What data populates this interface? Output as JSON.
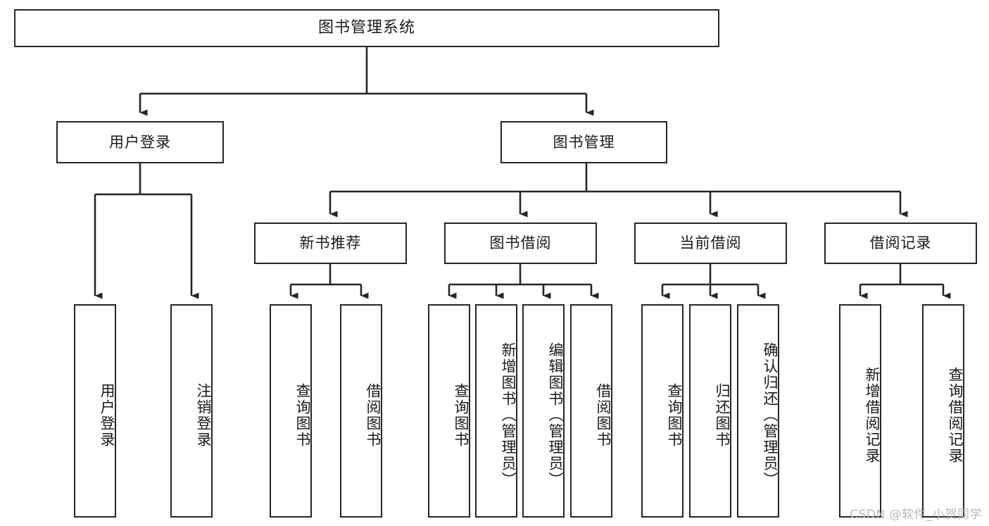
{
  "diagram": {
    "title": "图书管理系统",
    "type": "tree-hierarchy",
    "root": {
      "id": "root",
      "label": "图书管理系统",
      "orientation": "horizontal"
    },
    "level2": [
      {
        "id": "user-login",
        "label": "用户登录",
        "orientation": "horizontal"
      },
      {
        "id": "book-manage",
        "label": "图书管理",
        "orientation": "horizontal"
      }
    ],
    "level3": [
      {
        "id": "new-book-rec",
        "label": "新书推荐",
        "orientation": "horizontal"
      },
      {
        "id": "book-borrow",
        "label": "图书借阅",
        "orientation": "horizontal"
      },
      {
        "id": "current-borrow",
        "label": "当前借阅",
        "orientation": "horizontal"
      },
      {
        "id": "borrow-record",
        "label": "借阅记录",
        "orientation": "horizontal"
      }
    ],
    "leaves": [
      {
        "id": "leaf-user-login",
        "label": "用户登录",
        "parent": "user-login",
        "orientation": "vertical"
      },
      {
        "id": "leaf-logout",
        "label": "注销登录",
        "parent": "user-login",
        "orientation": "vertical"
      },
      {
        "id": "leaf-query-book-1",
        "label": "查询图书",
        "parent": "new-book-rec",
        "orientation": "vertical"
      },
      {
        "id": "leaf-borrow-book-1",
        "label": "借阅图书",
        "parent": "new-book-rec",
        "orientation": "vertical"
      },
      {
        "id": "leaf-query-book-2",
        "label": "查询图书",
        "parent": "book-borrow",
        "orientation": "vertical"
      },
      {
        "id": "leaf-add-book",
        "label": "新增图书（管理员）",
        "parent": "book-borrow",
        "orientation": "vertical"
      },
      {
        "id": "leaf-edit-book",
        "label": "编辑图书（管理员）",
        "parent": "book-borrow",
        "orientation": "vertical"
      },
      {
        "id": "leaf-borrow-book-2",
        "label": "借阅图书",
        "parent": "book-borrow",
        "orientation": "vertical"
      },
      {
        "id": "leaf-query-book-3",
        "label": "查询图书",
        "parent": "current-borrow",
        "orientation": "vertical"
      },
      {
        "id": "leaf-return-book",
        "label": "归还图书",
        "parent": "current-borrow",
        "orientation": "vertical"
      },
      {
        "id": "leaf-confirm-return",
        "label": "确认归还（管理员）",
        "parent": "current-borrow",
        "orientation": "vertical"
      },
      {
        "id": "leaf-add-record",
        "label": "新增借阅记录",
        "parent": "borrow-record",
        "orientation": "vertical"
      },
      {
        "id": "leaf-query-record",
        "label": "查询借阅记录",
        "parent": "borrow-record",
        "orientation": "vertical"
      }
    ],
    "colors": {
      "background": "#ffffff",
      "box_border": "#262626",
      "box_fill": "#ffffff",
      "connector": "#262626",
      "text": "#1a1a1a",
      "watermark": "#b9b9b9"
    }
  },
  "watermark": {
    "text": "CSDN @软件_小贺同学"
  }
}
